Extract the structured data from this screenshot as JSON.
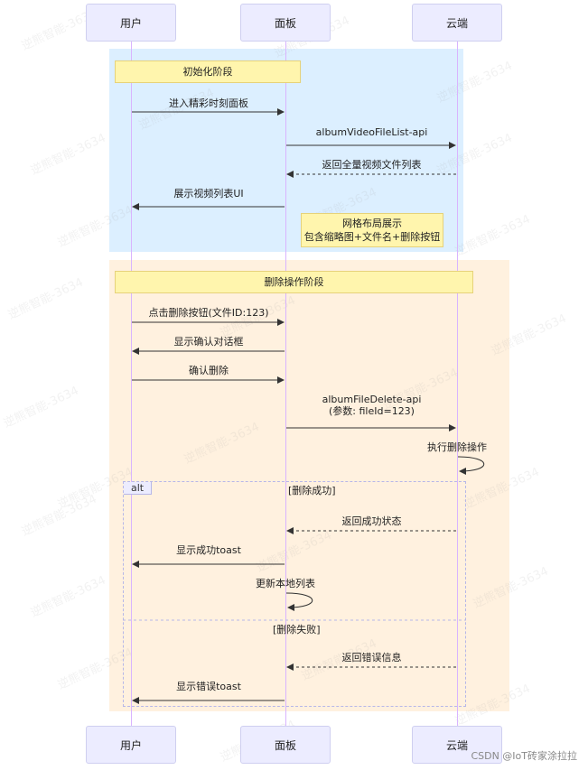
{
  "actors": [
    "用户",
    "面板",
    "云端"
  ],
  "sections": {
    "init": "初始化阶段",
    "delete": "删除操作阶段"
  },
  "messages": {
    "m1": "进入精彩时刻面板",
    "m2": "albumVideoFileList-api",
    "m3": "返回全量视频文件列表",
    "m4": "展示视频列表UI",
    "m5": "点击删除按钮(文件ID:123)",
    "m6": "显示确认对话框",
    "m7": "确认删除",
    "m8_line1": "albumFileDelete-api",
    "m8_line2": "(参数: fileId=123)",
    "m9": "执行删除操作",
    "m10": "返回成功状态",
    "m11": "显示成功toast",
    "m12": "更新本地列表",
    "m13": "返回错误信息",
    "m14": "显示错误toast"
  },
  "notes": {
    "grid_line1": "网格布局展示",
    "grid_line2": "包含缩略图+文件名+删除按钮"
  },
  "alt": {
    "label": "alt",
    "cond_success": "[删除成功]",
    "cond_fail": "[删除失败]"
  },
  "watermark": "逆熊智能-3634",
  "footer": "CSDN @IoT砖家涂拉拉",
  "colors": {
    "init_bg": "#dcefff",
    "delete_bg": "#fff1df",
    "note_bg": "#fff5ad",
    "actor_bg": "#ECECFF",
    "lifeline": "#d9b4ff"
  }
}
